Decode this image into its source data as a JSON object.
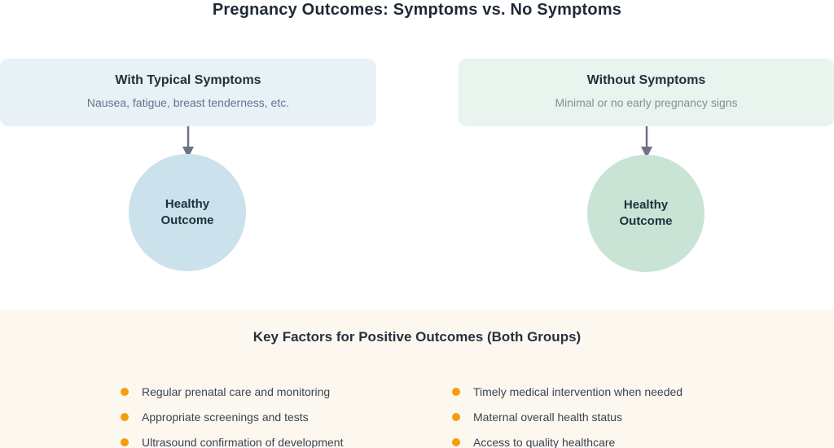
{
  "title": "Pregnancy Outcomes: Symptoms vs. No Symptoms",
  "groups": [
    {
      "title": "With Typical Symptoms",
      "subtitle": "Nausea, fatigue, breast tenderness, etc.",
      "outcome": "Healthy Outcome",
      "box_bg": "#e7f1f6",
      "circle_bg": "#cbe1eb"
    },
    {
      "title": "Without Symptoms",
      "subtitle": "Minimal or no early pregnancy signs",
      "outcome": "Healthy Outcome",
      "box_bg": "#e8f4ed",
      "circle_bg": "#c9e4d4"
    }
  ],
  "key_factors": {
    "title": "Key Factors for Positive Outcomes (Both Groups)",
    "columns": [
      {
        "items": [
          "Regular prenatal care and monitoring",
          "Appropriate screenings and tests",
          "Ultrasound confirmation of development"
        ]
      },
      {
        "items": [
          "Timely medical intervention when needed",
          "Maternal overall health status",
          "Access to quality healthcare"
        ]
      }
    ]
  },
  "colors": {
    "title_text": "#1f2937",
    "arrow": "#6c7383",
    "bullet": "#f59e0b",
    "band_bg": "#fcf8f0",
    "factor_text": "#3a4351"
  }
}
